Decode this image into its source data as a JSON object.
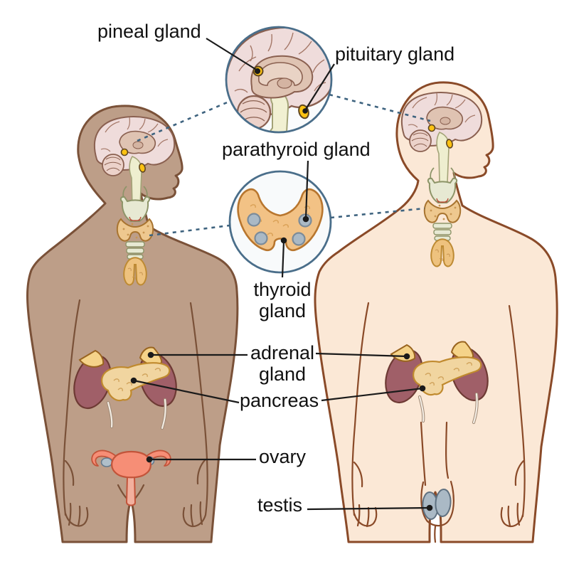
{
  "diagram": {
    "labels": {
      "pineal": "pineal gland",
      "pituitary": "pituitary gland",
      "parathyroid": "parathyroid gland",
      "thyroid": {
        "line1": "thyroid",
        "line2": "gland"
      },
      "adrenal": {
        "line1": "adrenal",
        "line2": "gland"
      },
      "pancreas": "pancreas",
      "ovary": "ovary",
      "testis": "testis"
    },
    "colors": {
      "female_skin": "#bd9e88",
      "female_outline": "#7a5138",
      "male_skin": "#fbe8d6",
      "male_outline": "#8a4a28",
      "gland_yellow": "#fcc212",
      "thyroid_orange": "#f2c285",
      "parathyroid_gray": "#aab9c5",
      "kidney_mauve": "#a05f68",
      "adrenal_yellow": "#f5d389",
      "pancreas_tan": "#f1d5a0",
      "uterus_salmon": "#f68e76",
      "gonad_gray": "#b0bfc9",
      "inset_border": "#4a6e8a",
      "dashed_connector": "#3e637f",
      "leader_line": "#1a1a1a"
    }
  }
}
